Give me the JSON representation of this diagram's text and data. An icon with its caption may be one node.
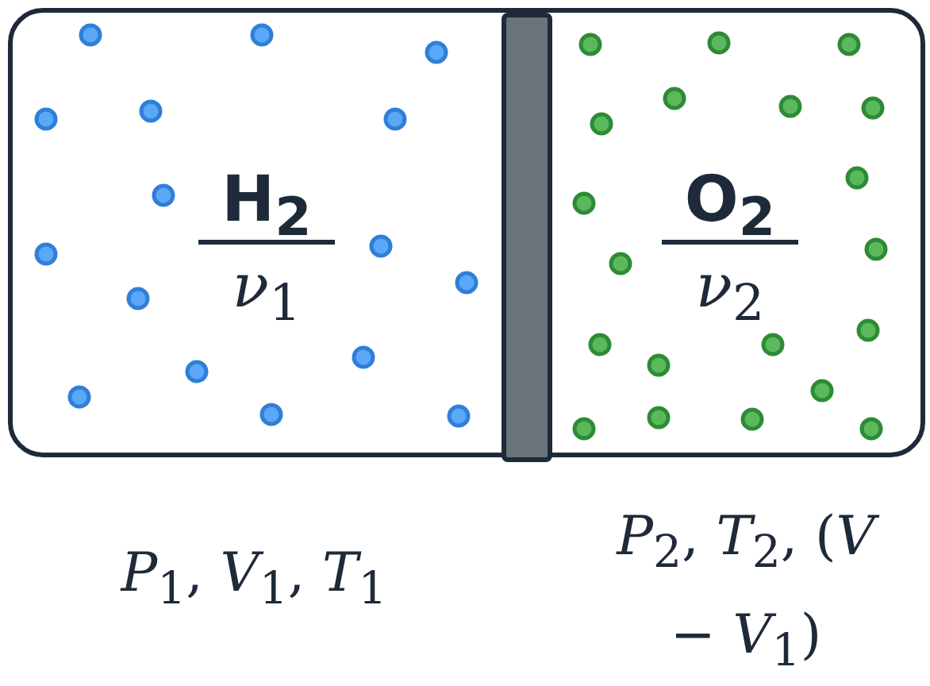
{
  "diagram": {
    "nodes": [
      {
        "text": [],
        "shape": "box"
      },
      {
        "text": [
          "H$_{2}$",
          "*ν*$_{1}$"
        ],
        "in": 0
      },
      {
        "text": [],
        "shape": "bar",
        "in": 0
      },
      {
        "text": [
          "O$_{2}$",
          "*ν*$_{2}$"
        ],
        "in": 0
      }
    ],
    "labels": [
      "*P*$_{1}$, *V*$_{1}$, *T*$_{1}$",
      "*P*$_{2}$, *T*$_{2}$, (*V* − *V*$_{1}$)"
    ],
    "edges": []
  }
}
